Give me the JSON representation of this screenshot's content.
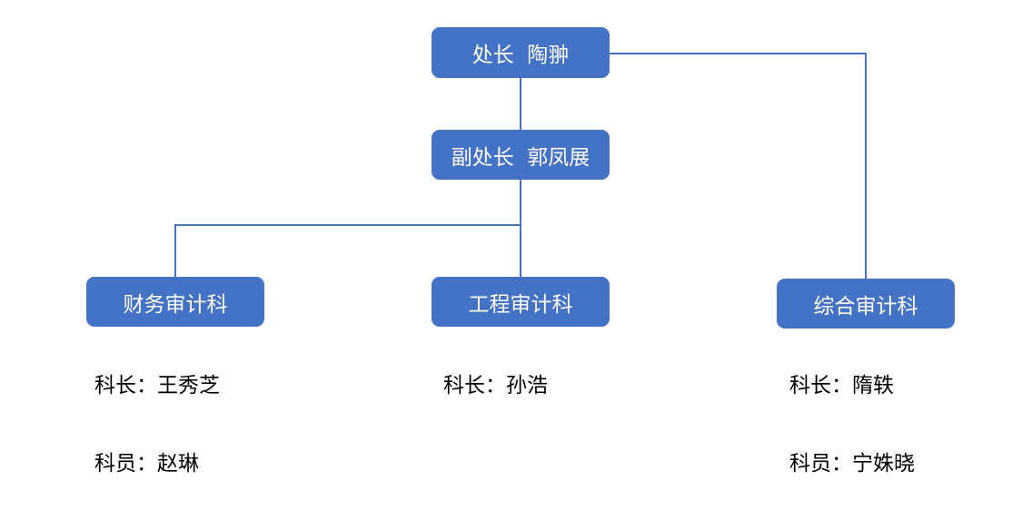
{
  "org": {
    "director": {
      "label": "处长  陶翀"
    },
    "deputy": {
      "label": "副处长  郭凤展"
    },
    "sections": [
      {
        "name": "财务审计科",
        "head": "科长：王秀芝",
        "staff": "科员：赵琳"
      },
      {
        "name": "工程审计科",
        "head": "科长：孙浩"
      },
      {
        "name": "综合审计科",
        "head": "科长：隋轶",
        "staff": "科员：宁姝晓"
      }
    ]
  },
  "colors": {
    "box_fill": "#4472c4",
    "box_text": "#ffffff",
    "connector": "#4472c4",
    "staff_text": "#000000"
  }
}
